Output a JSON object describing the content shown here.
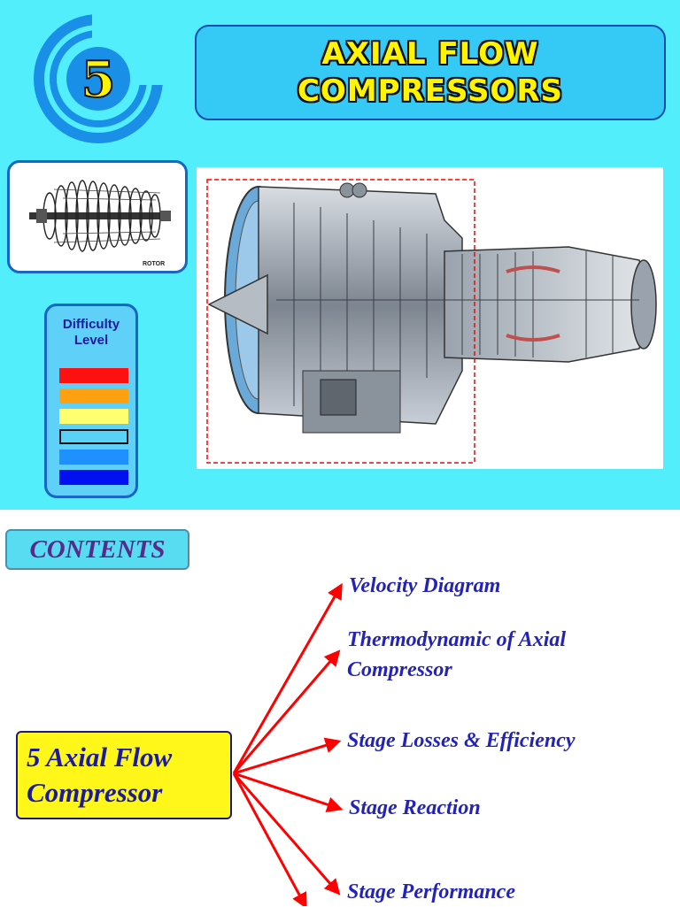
{
  "header": {
    "chapter_number": "5",
    "title_line1": "AXIAL FLOW",
    "title_line2": "COMPRESSORS"
  },
  "rotor_image": {
    "caption": "ROTOR"
  },
  "difficulty": {
    "label_line1": "Difficulty",
    "label_line2": "Level",
    "levels": [
      "#ff1010",
      "#ffa010",
      "#ffff70",
      "#58d2f6",
      "#1e90ff",
      "#0010f0"
    ],
    "selected_level_index": 3
  },
  "contents": {
    "heading": "CONTENTS",
    "main_topic_line1": "5 Axial Flow",
    "main_topic_line2": "Compressor",
    "subtopics": [
      {
        "line1": "Velocity Diagram",
        "line2": ""
      },
      {
        "line1": "Thermodynamic of Axial",
        "line2": "Compressor"
      },
      {
        "line1": "Stage Losses & Efficiency",
        "line2": ""
      },
      {
        "line1": "Stage Reaction",
        "line2": ""
      },
      {
        "line1": "Stage Performance",
        "line2": ""
      }
    ]
  },
  "colors": {
    "background_top": "#52eefc",
    "title_text": "#fff400",
    "topic_text": "#2323b8",
    "arrow": "#ff0000",
    "main_box": "#fff71a"
  }
}
